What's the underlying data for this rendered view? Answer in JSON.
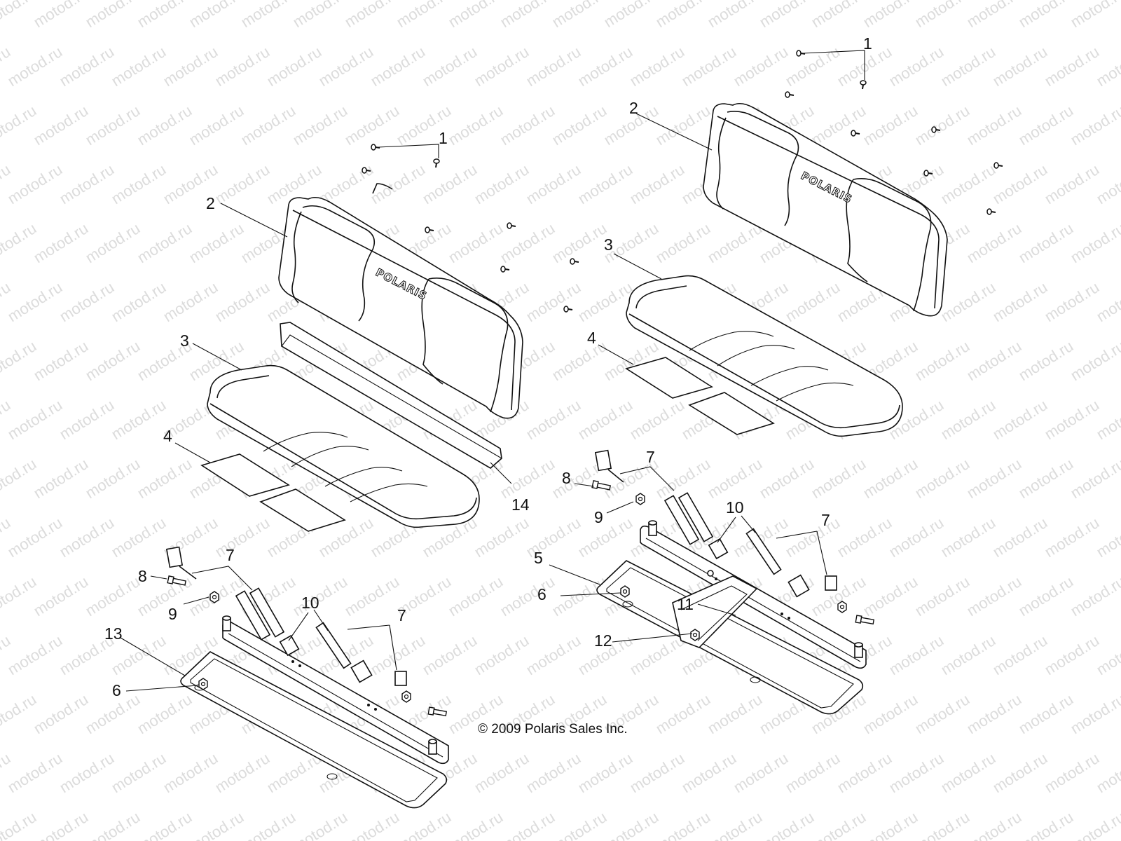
{
  "watermark": {
    "text": "motod.ru"
  },
  "copyright": "© 2009 Polaris Sales Inc.",
  "brand_text": "POLARIS",
  "callouts": {
    "c1a": "1",
    "c2a": "2",
    "c3a": "3",
    "c4a": "4",
    "c14": "14",
    "c7a": "7",
    "c8a": "8",
    "c9a": "9",
    "c10a": "10",
    "c7b": "7",
    "c13": "13",
    "c6a": "6",
    "c1b": "1",
    "c2b": "2",
    "c3b": "3",
    "c4b": "4",
    "c7c": "7",
    "c8b": "8",
    "c9b": "9",
    "c10b": "10",
    "c7d": "7",
    "c5": "5",
    "c6b": "6",
    "c11": "11",
    "c12": "12"
  }
}
